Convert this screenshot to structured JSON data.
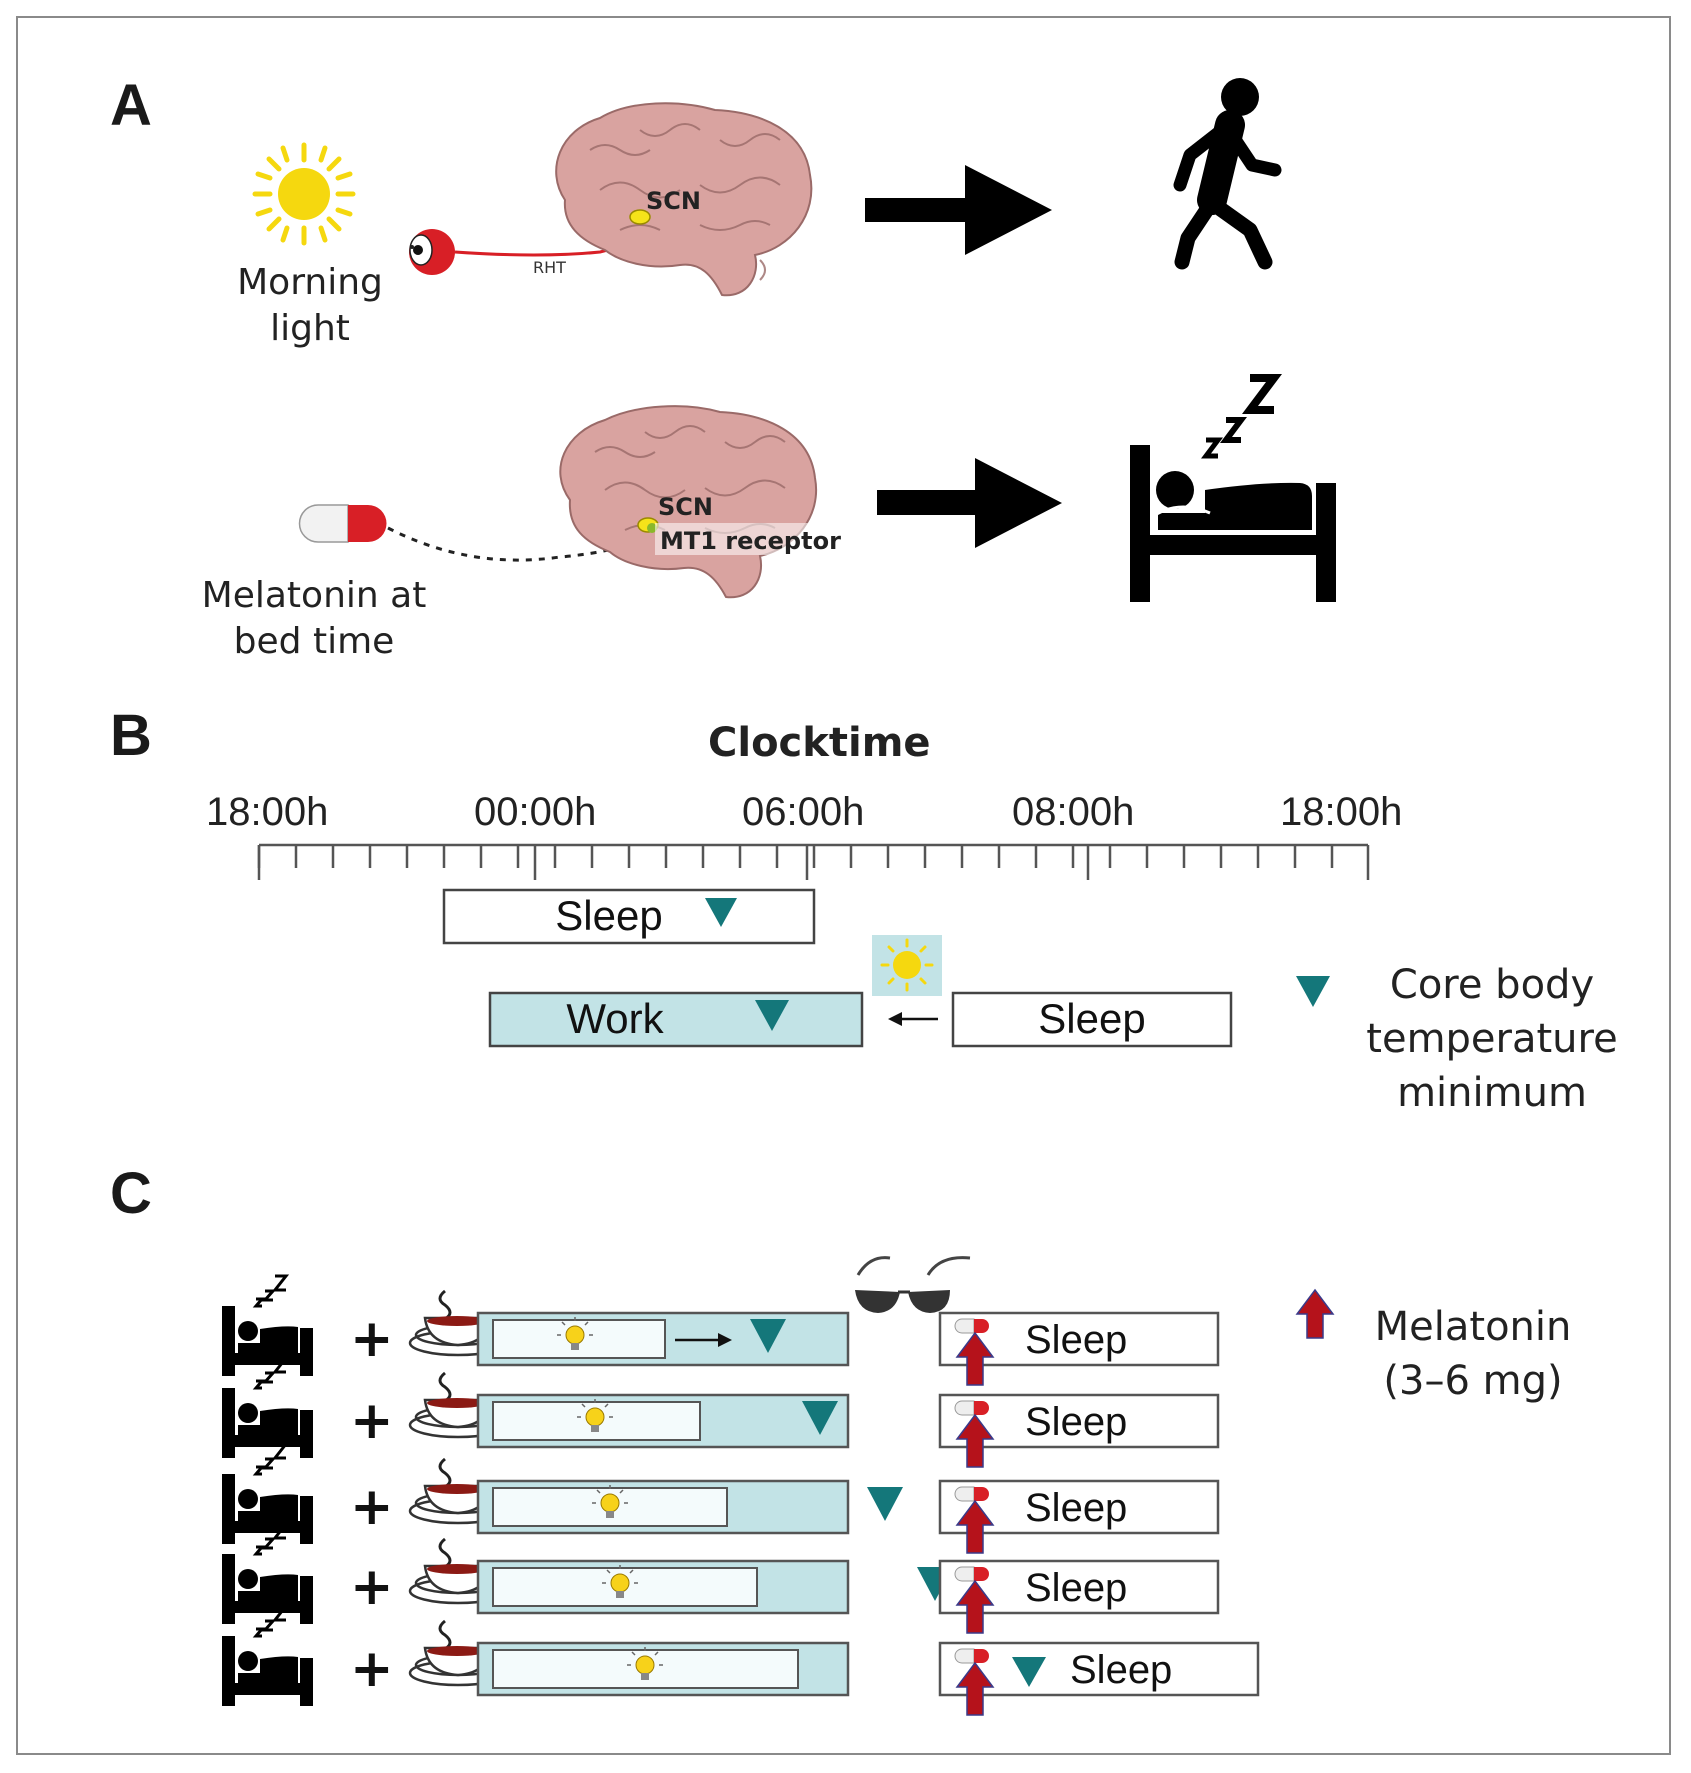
{
  "panels": {
    "a": "A",
    "b": "B",
    "c": "C"
  },
  "panel_a": {
    "morning_light": "Morning\nlight",
    "scn_top": "SCN",
    "rht": "RHT",
    "scn_bottom": "SCN",
    "mt1": "MT1 receptor",
    "melatonin_label": "Melatonin at\nbed time"
  },
  "panel_b": {
    "axis_title": "Clocktime",
    "tick_labels": [
      "18:00h",
      "00:00h",
      "06:00h",
      "08:00h",
      "18:00h"
    ],
    "sleep_top": "Sleep",
    "work": "Work",
    "sleep_right": "Sleep",
    "legend_temp": "Core body\ntemperature\nminimum"
  },
  "panel_c": {
    "sleep_labels": [
      "Sleep",
      "Sleep",
      "Sleep",
      "Sleep",
      "Sleep"
    ],
    "plus": "+",
    "legend_melatonin": "Melatonin\n(3–6 mg)"
  },
  "colors": {
    "teal": "#14777a",
    "work_fill": "#c2e3e6",
    "brain": "#d9a3a0",
    "red": "#d81f26",
    "arrow_red": "#b5121b",
    "sun": "#f5d80f"
  }
}
